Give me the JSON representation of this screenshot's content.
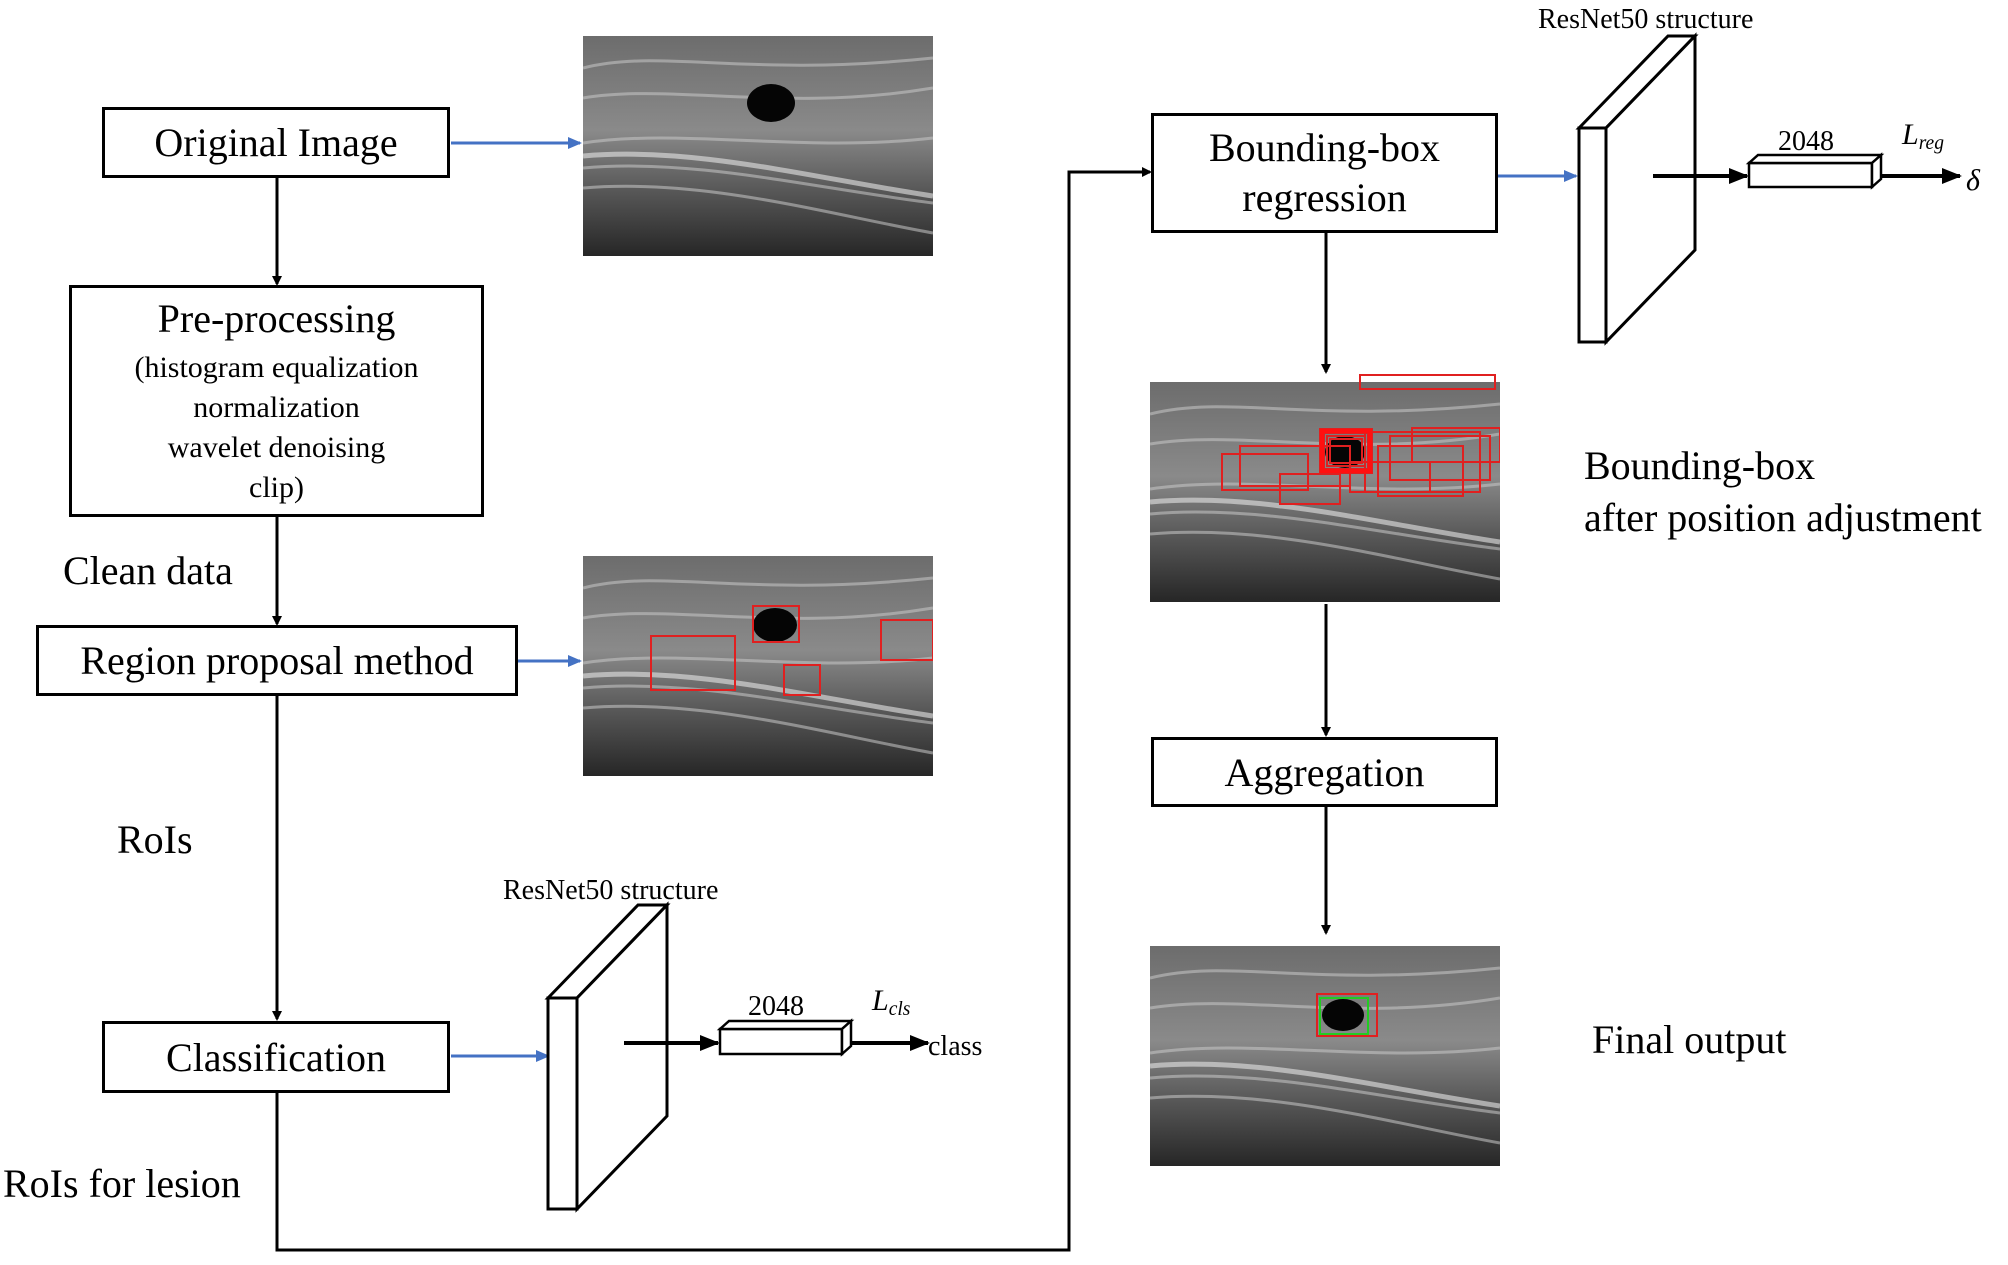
{
  "boxes": {
    "original_image": "Original Image",
    "preprocessing": {
      "title": "Pre-processing",
      "lines": [
        "(histogram equalization",
        "normalization",
        "wavelet denoising",
        "clip)"
      ]
    },
    "region_proposal": "Region proposal method",
    "classification": "Classification",
    "bbox_regression": [
      "Bounding-box",
      "regression"
    ],
    "aggregation": "Aggregation"
  },
  "labels": {
    "clean_data": "Clean data",
    "rois": "RoIs",
    "rois_for_lesion": "RoIs for lesion",
    "bbox_after": [
      "Bounding-box",
      "after position adjustment"
    ],
    "final_output": "Final output"
  },
  "networks": {
    "cls": {
      "title": "ResNet50 structure",
      "fc_units": "2048",
      "loss_symbol": "L",
      "loss_sub": "cls",
      "output": "class"
    },
    "reg": {
      "title": "ResNet50 structure",
      "fc_units": "2048",
      "loss_symbol": "L",
      "loss_sub": "reg",
      "output": "δ"
    }
  },
  "colors": {
    "flow_arrow": "#000000",
    "link_arrow": "#4472c4",
    "proposal_box": "#e02020",
    "final_box_outer": "#e02020",
    "final_box_inner": "#22cc22"
  }
}
